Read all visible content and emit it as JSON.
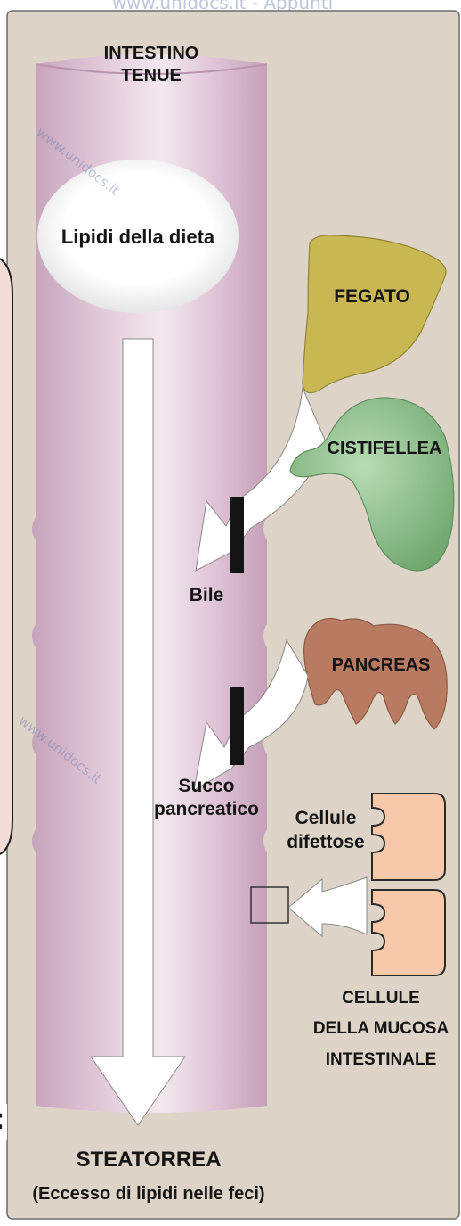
{
  "watermark": {
    "top": "www.unidocs.it - Appunti",
    "diagonal": "www.unidocs.it"
  },
  "labels": {
    "intestino": [
      "INTESTINO",
      "TENUE"
    ],
    "lipidi": "Lipidi della dieta",
    "fegato": "FEGATO",
    "cistifellea": "CISTIFELLEA",
    "bile": "Bile",
    "pancreas": "PANCREAS",
    "succo": [
      "Succo",
      "pancreatico"
    ],
    "cellule_difettose": [
      "Cellule",
      "difettose"
    ],
    "cellule_mucosa": [
      "CELLULE",
      "DELLA MUCOSA",
      "INTESTINALE"
    ],
    "steatorrea": "STEATORREA",
    "eccesso": "(Eccesso di lipidi nelle feci)"
  },
  "colors": {
    "background": "#ddd3c6",
    "intestine": "#dcc0d3",
    "intestine_light": "#f2e6ee",
    "liver": "#c9b753",
    "gallbladder": "#8fbf8d",
    "pancreas": "#b87a60",
    "mucosa_cells": "#f8c8ab"
  }
}
